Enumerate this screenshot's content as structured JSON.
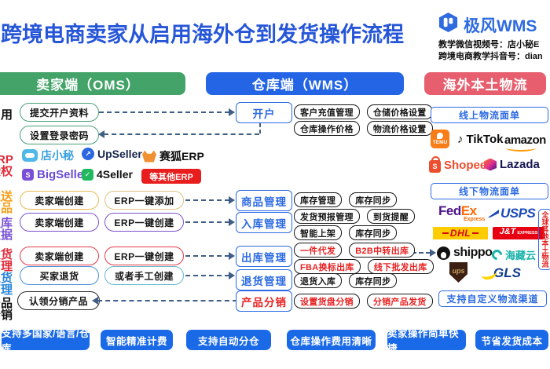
{
  "title": "跨境电商卖家从启用海外仓到发货操作流程",
  "brand": {
    "name": "极风WMS",
    "wechat": "教学微信视频号：店小秘E",
    "douyin": "跨境电商教学抖音号：dian"
  },
  "column_headers": {
    "oms": "卖家端（OMS）",
    "wms": "仓库端（WMS）",
    "logistics": "海外本土物流"
  },
  "oms": {
    "row_labels": {
      "enable": "启用",
      "erp_auth": "ERP\n授权",
      "push_goods": "推送\n商品",
      "inbound_data": "入库\n数据",
      "ship_mgmt": "发货\n管理",
      "return_mgmt": "退货\n管理",
      "distribution": "产品\n分销"
    },
    "pills": {
      "submit_account": "提交开户资料",
      "set_password": "设置登录密码",
      "push_create": "卖家端创建",
      "push_erp": "ERP一键添加",
      "inbound_create": "卖家端创建",
      "inbound_erp": "ERP一键创建",
      "ship_create": "卖家端创建",
      "ship_erp": "ERP一键创建",
      "return_buyer": "买家退货",
      "return_manual": "或者手工创建",
      "claim_products": "认领分销产品"
    },
    "erp_logos": {
      "dianxiaomi": "店小秘",
      "upseller": "UpSeller",
      "saihu_erp": "赛狐ERP",
      "bigseller": "BigSeller",
      "fourseller": "4Seller",
      "other_erp": "等其他ERP"
    }
  },
  "wms": {
    "account_box": "开户",
    "account_pills": [
      "客户充值管理",
      "仓储价格设置",
      "仓库操作价格",
      "物流价格设置"
    ],
    "modules": [
      {
        "name": "商品管理",
        "pills": [
          "库存管理",
          "库存同步"
        ]
      },
      {
        "name": "入库管理",
        "pills": [
          "发货预报管理",
          "到货提醒",
          "智能上架",
          "库存同步"
        ]
      },
      {
        "name": "出库管理",
        "pills": [
          "一件代发",
          "B2B中转出库",
          "FBA换标出库",
          "线下批发出库"
        ]
      },
      {
        "name": "退货管理",
        "pills": [
          "退货入库",
          "库存同步"
        ]
      },
      {
        "name": "产品分销",
        "pills": [
          "设置货盘分销",
          "分销产品发货"
        ]
      }
    ]
  },
  "logistics": {
    "online_waybill": "线上物流面单",
    "offline_waybill": "线下物流面单",
    "custom_channel": "支持自定义物流渠道",
    "side_vertical": "全球其他本土物流",
    "platforms": {
      "temu": "TEMU",
      "tiktok": "TikTok",
      "amazon": "amazon",
      "shopee": "Shopee",
      "lazada": "Lazada"
    },
    "carriers": {
      "fedex_fed": "Fed",
      "fedex_ex": "Ex",
      "fedex_sub": "Express",
      "usps": "USPS",
      "dhl": "DHL",
      "jt": "J&T",
      "jt_sub": "EXPRESS",
      "shippo": "shippo",
      "haicangyun": "海藏云",
      "ups": "ups",
      "gls": "GLS"
    }
  },
  "footer_buttons": [
    "支持多国家/语言/仓库",
    "智能精准计费",
    "支持自动分仓",
    "仓库操作费用清晰",
    "卖家操作简单快捷",
    "节省发货成本"
  ],
  "colors": {
    "title_blue": "#2656d8",
    "oms_green": "#43a369",
    "wms_blue": "#2465e6",
    "logistics_red": "#e75f6e",
    "module_blue": "#2b6ae2",
    "alert_red": "#e82222",
    "footer_blue": "#1a6ae8",
    "arrow_navy": "#3f5d85"
  }
}
